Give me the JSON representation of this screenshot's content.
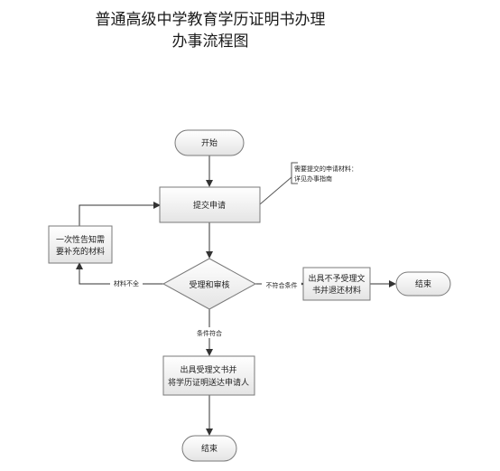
{
  "title": {
    "line1": "普通高级中学教育学历证明书办理",
    "line2": "办事流程图"
  },
  "nodes": {
    "start": "开始",
    "submit": "提交申请",
    "note_line1": "需要提交的申请材料：",
    "note_line2": "详见办事指南",
    "inform_line1": "一次性告知需",
    "inform_line2": "要补充的材料",
    "review": "受理和审核",
    "reject_line1": "出具不予受理文",
    "reject_line2": "书并退还材料",
    "end_right": "结束",
    "accept_line1": "出具受理文书并",
    "accept_line2": "将学历证明送达申请人",
    "end_bottom": "结束"
  },
  "edges": {
    "incomplete": "材料不全",
    "not_qualified": "不符合条件",
    "qualified": "条件符合"
  }
}
